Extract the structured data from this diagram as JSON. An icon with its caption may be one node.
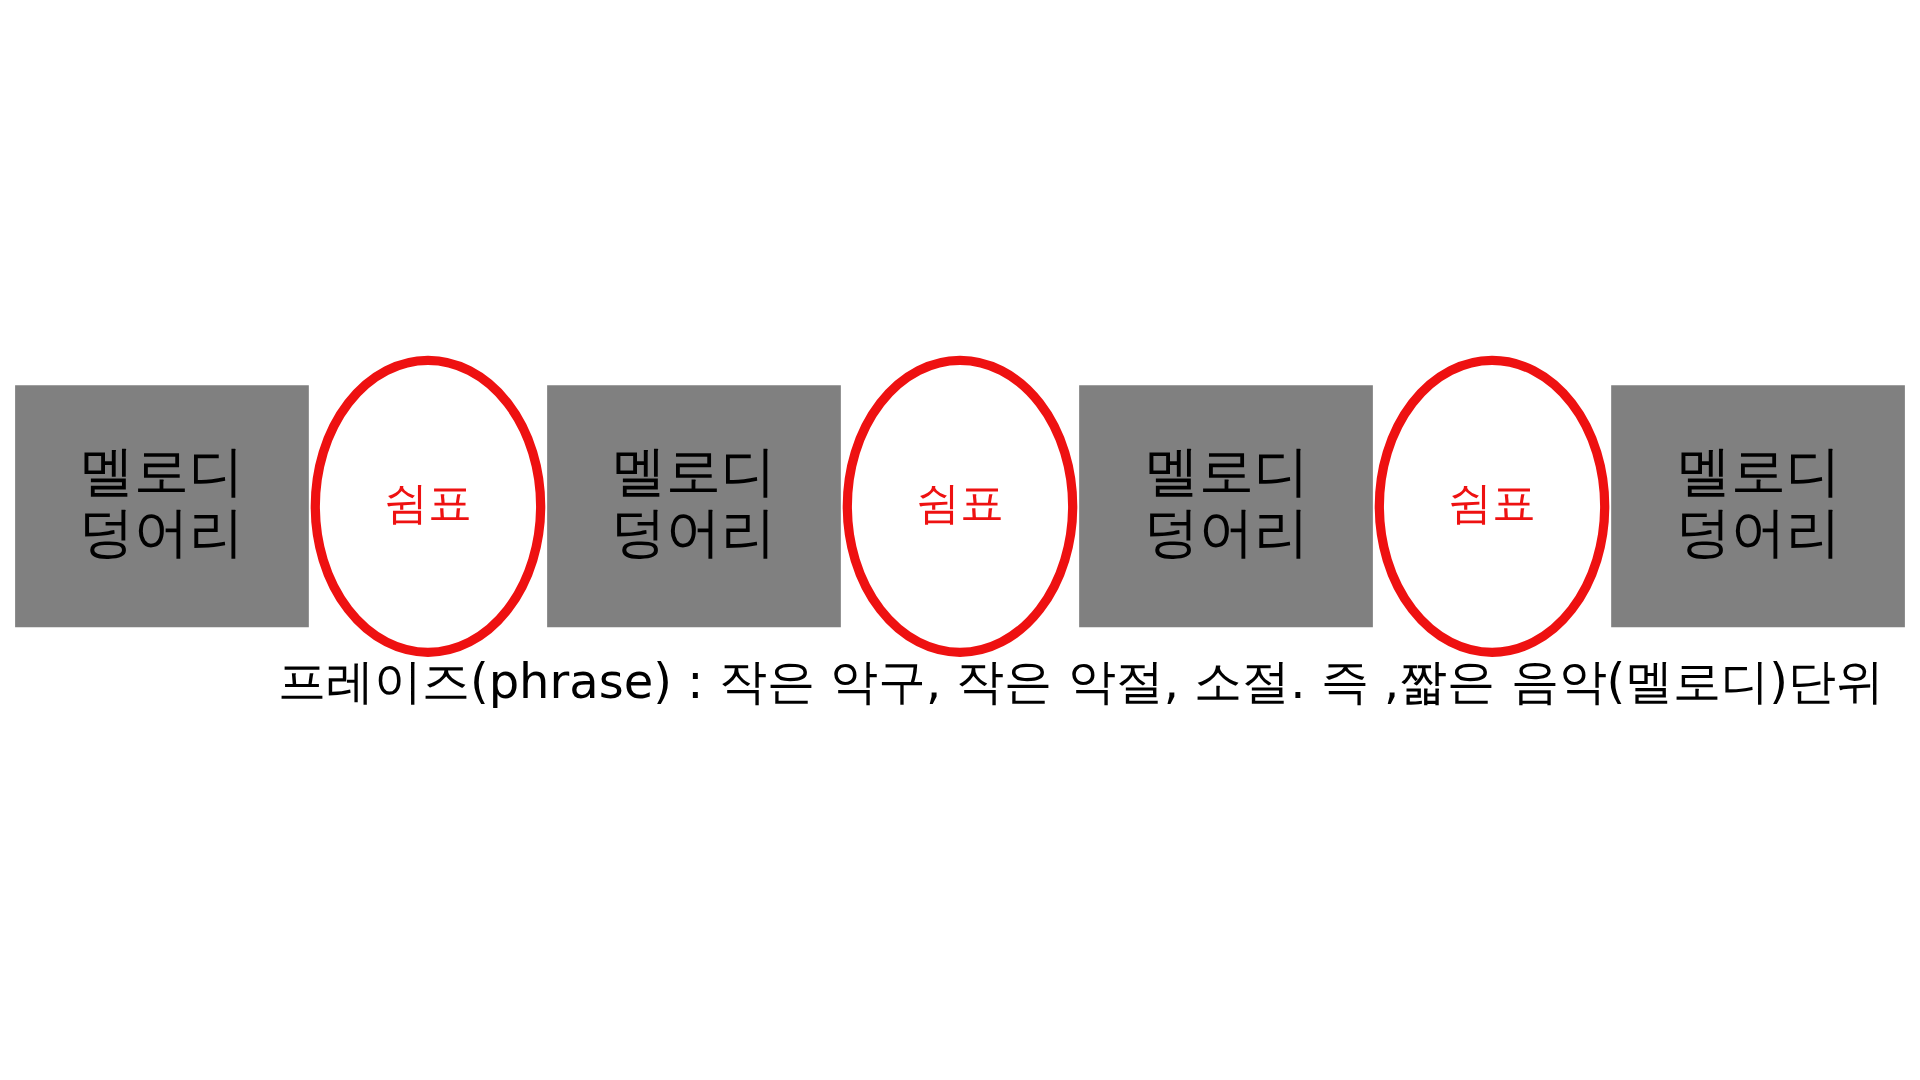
{
  "diagram": {
    "caption": "프레이즈(phrase) : 작은 악구, 작은 악절, 소절. 즉 ,짧은 음악(멜로디)단위",
    "nodes": [
      {
        "text": [
          "멜로디 덩어리"
        ]
      },
      {
        "text": [
          "쉼표"
        ]
      },
      {
        "text": [
          "멜로디 덩어리"
        ]
      },
      {
        "text": [
          "쉼표"
        ]
      },
      {
        "text": [
          "멜로디 덩어리"
        ]
      },
      {
        "text": [
          "쉼표"
        ]
      },
      {
        "text": [
          "멜로디 덩어리"
        ]
      }
    ],
    "edges": []
  }
}
